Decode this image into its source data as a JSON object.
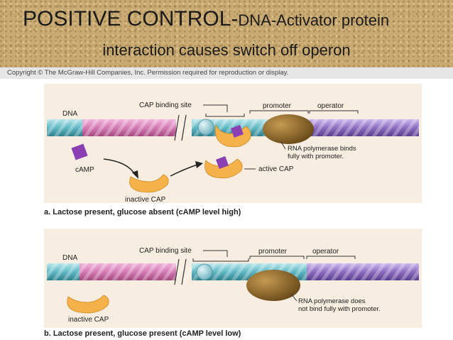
{
  "header": {
    "title_main": "POSITIVE CONTROL-",
    "title_rest": "DNA-Activator protein",
    "title_line2": "interaction causes switch off operon"
  },
  "copyright": "Copyright © The McGraw-Hill Companies, Inc. Permission required for reproduction or display.",
  "panel_a": {
    "dna": "DNA",
    "cap_site": "CAP binding site",
    "promoter": "promoter",
    "operator": "operator",
    "camp": "cAMP",
    "inactive_cap": "inactive CAP",
    "active_cap": "active CAP",
    "rnap_1": "RNA polymerase binds",
    "rnap_2": "fully with promoter.",
    "caption": "a. Lactose present, glucose absent (cAMP level high)"
  },
  "panel_b": {
    "dna": "DNA",
    "cap_site": "CAP binding site",
    "promoter": "promoter",
    "operator": "operator",
    "inactive_cap": "inactive CAP",
    "rnap_1": "RNA polymerase does",
    "rnap_2": "not bind fully with promoter.",
    "caption": "b. Lactose present, glucose present (cAMP level low)"
  },
  "colors": {
    "dna_pink": "#d47ab4",
    "dna_teal": "#5fb8c4",
    "dna_purple": "#8c6cc0",
    "cap_orange": "#f5b24a",
    "camp_purple": "#8a3fb3",
    "rnap_brown": "#7a5a24"
  }
}
